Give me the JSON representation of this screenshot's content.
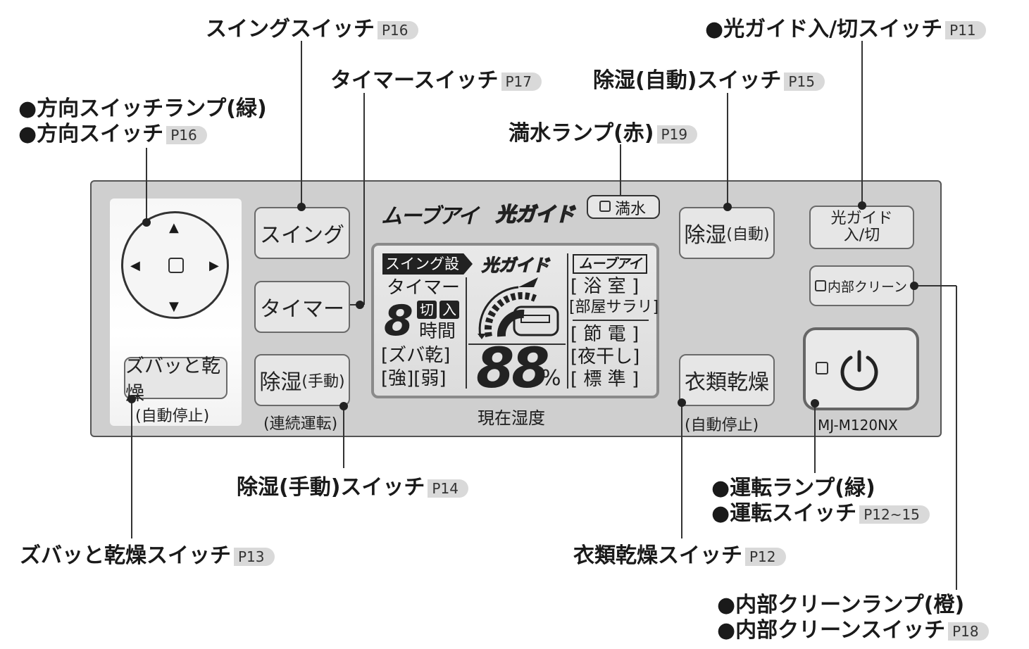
{
  "callouts": {
    "swing": {
      "text": "スイングスイッチ",
      "page": "P16"
    },
    "lightguide": {
      "text": "●光ガイド入/切スイッチ",
      "page": "P11"
    },
    "timer": {
      "text": "タイマースイッチ",
      "page": "P17"
    },
    "dehum_auto": {
      "text": "除湿(自動)スイッチ",
      "page": "P15"
    },
    "dir_lamp": {
      "text": "●方向スイッチランプ(緑)"
    },
    "dir_switch": {
      "text": "●方向スイッチ",
      "page": "P16"
    },
    "full_lamp": {
      "text": "満水ランプ(赤)",
      "page": "P19"
    },
    "dehum_manual": {
      "text": "除湿(手動)スイッチ",
      "page": "P14"
    },
    "run_lamp": {
      "text": "●運転ランプ(緑)"
    },
    "run_switch": {
      "text": "●運転スイッチ",
      "page": "P12~15"
    },
    "zubatto": {
      "text": "ズバッと乾燥スイッチ",
      "page": "P13"
    },
    "clothes": {
      "text": "衣類乾燥スイッチ",
      "page": "P12"
    },
    "clean_lamp": {
      "text": "●内部クリーンランプ(橙)"
    },
    "clean_switch": {
      "text": "●内部クリーンスイッチ",
      "page": "P18"
    }
  },
  "panel": {
    "logo_move_eye": "ムーブアイ",
    "logo_hikari_guide": "光ガイド",
    "full_water": "満水",
    "btn_swing": "スイング",
    "btn_timer": "タイマー",
    "btn_dehum_manual": "除湿",
    "btn_dehum_manual_sub": "(手動)",
    "btn_dehum_manual_note": "(連続運転)",
    "btn_zubatto": "ズバッと乾燥",
    "btn_zubatto_note": "(自動停止)",
    "btn_dehum_auto": "除湿",
    "btn_dehum_auto_sub": "(自動)",
    "btn_clothes": "衣類乾燥",
    "btn_clothes_note": "(自動停止)",
    "btn_lightguide_1": "光ガイド",
    "btn_lightguide_2": "入/切",
    "btn_clean": "内部クリーン",
    "model": "MJ-M120NX",
    "humidity_label": "現在湿度"
  },
  "lcd": {
    "swing_setting": "スイング設定",
    "hikari_guide": "光ガイド",
    "move_eye": "ムーブアイ",
    "timer": "タイマー",
    "off": "切",
    "on": "入",
    "hours": "時間",
    "zuba": "[ズバ乾]",
    "strong_weak": "[強][弱]",
    "percent": "%",
    "bath": "[ 浴 室 ]",
    "room": "[部屋サラリ]",
    "save": "[ 節 電 ]",
    "night": "[夜干し]",
    "standard": "[ 標 準 ]"
  }
}
